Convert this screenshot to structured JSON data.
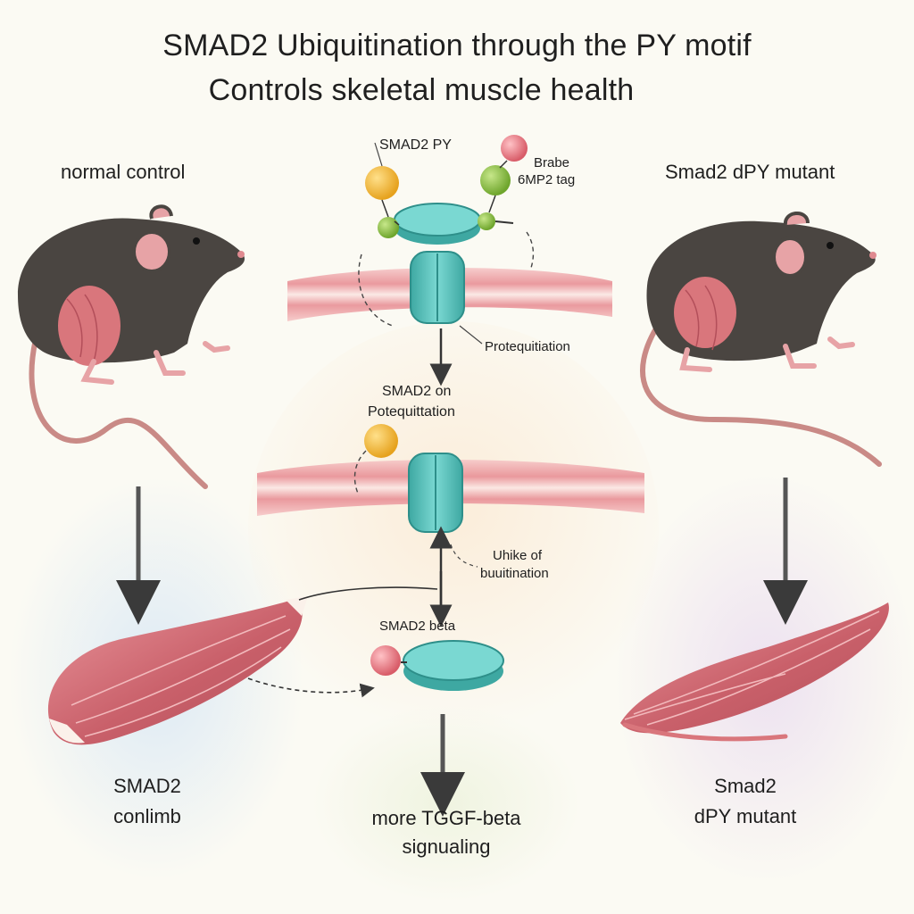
{
  "title": {
    "line1": "SMAD2 Ubiquitination through the PY motif",
    "line2": "Controls skeletal muscle health"
  },
  "left": {
    "header": "normal control",
    "muscle_label_line1": "SMAD2",
    "muscle_label_line2": "conlimb"
  },
  "right": {
    "header": "Smad2 dPY mutant",
    "muscle_label_line1": "Smad2",
    "muscle_label_line2": "dPY mutant"
  },
  "center": {
    "top_label": "SMAD2 PY",
    "tag_label_line1": "Brabe",
    "tag_label_line2": "6MP2 tag",
    "proteq_label": "Protequitiation",
    "mid_label_line1": "SMAD2 on",
    "mid_label_line2": "Potequittation",
    "uhike_line1": "Uhike of",
    "uhike_line2": "buuitination",
    "beta_label": "SMAD2 beta",
    "bottom_line1": "more TGGF-beta",
    "bottom_line2": "signualing"
  },
  "colors": {
    "background": "#fbfaf3",
    "membrane": "#e88f95",
    "channel": "#5cc6c0",
    "muscle": "#d9767c",
    "mouse": "#4a4541",
    "ball_orange": "#f2b430",
    "ball_green": "#8cc03c",
    "ball_pink": "#e87882",
    "left_glow": "#dbe9f4",
    "right_glow": "#ece0f0",
    "center_glow": "#fbecd8"
  }
}
